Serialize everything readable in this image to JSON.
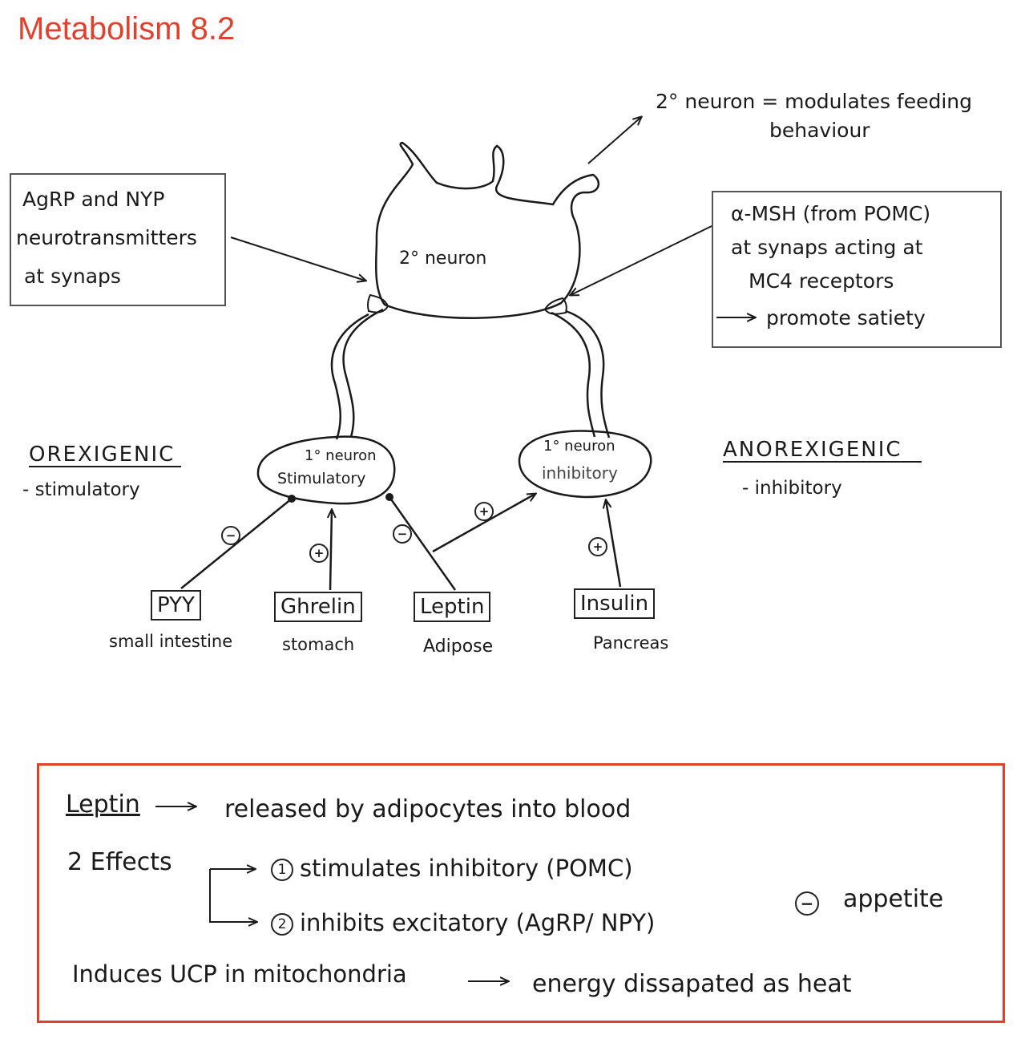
{
  "title": "Metabolism 8.2",
  "second_neuron_label": "2° neuron",
  "second_neuron_note": {
    "line1": "2° neuron = modulates feeding",
    "line2": "behaviour"
  },
  "left_box": {
    "line1": "AgRP and NYP",
    "line2": "neurotransmitters",
    "line3": "at synaps"
  },
  "right_box": {
    "line1": "α-MSH (from POMC)",
    "line2": "at synaps acting at",
    "line3": "MC4 receptors",
    "line4": "promote satiety"
  },
  "orexigenic": {
    "title": "OREXIGENIC",
    "sub": "- stimulatory"
  },
  "anorexigenic": {
    "title": "ANOREXIGENIC",
    "sub": "- inhibitory"
  },
  "primary_neuron_left": {
    "line1": "1° neuron",
    "line2": "Stimulatory"
  },
  "primary_neuron_right": {
    "line1": "1° neuron",
    "line2": "inhibitory"
  },
  "hormones": [
    {
      "name": "PYY",
      "source": "small intestine",
      "sign": "−"
    },
    {
      "name": "Ghrelin",
      "source": "stomach",
      "sign": "+"
    },
    {
      "name": "Leptin",
      "source": "Adipose",
      "sign": "−"
    },
    {
      "name": "Insulin",
      "source": "Pancreas",
      "sign": "+"
    }
  ],
  "leptin_to_inhibitory_sign": "+",
  "summary": {
    "leptin_word": "Leptin",
    "leptin_desc": "released by adipocytes into blood",
    "effects_label": "2 Effects",
    "effect1_num": "1",
    "effect1": "stimulates inhibitory (POMC)",
    "effect2_num": "2",
    "effect2": "inhibits excitatory (AgRP/ NPY)",
    "appetite_sign": "−",
    "appetite": "appetite",
    "ucp_line": "Induces UCP in mitochondria",
    "ucp_result": "energy dissapated as heat"
  }
}
